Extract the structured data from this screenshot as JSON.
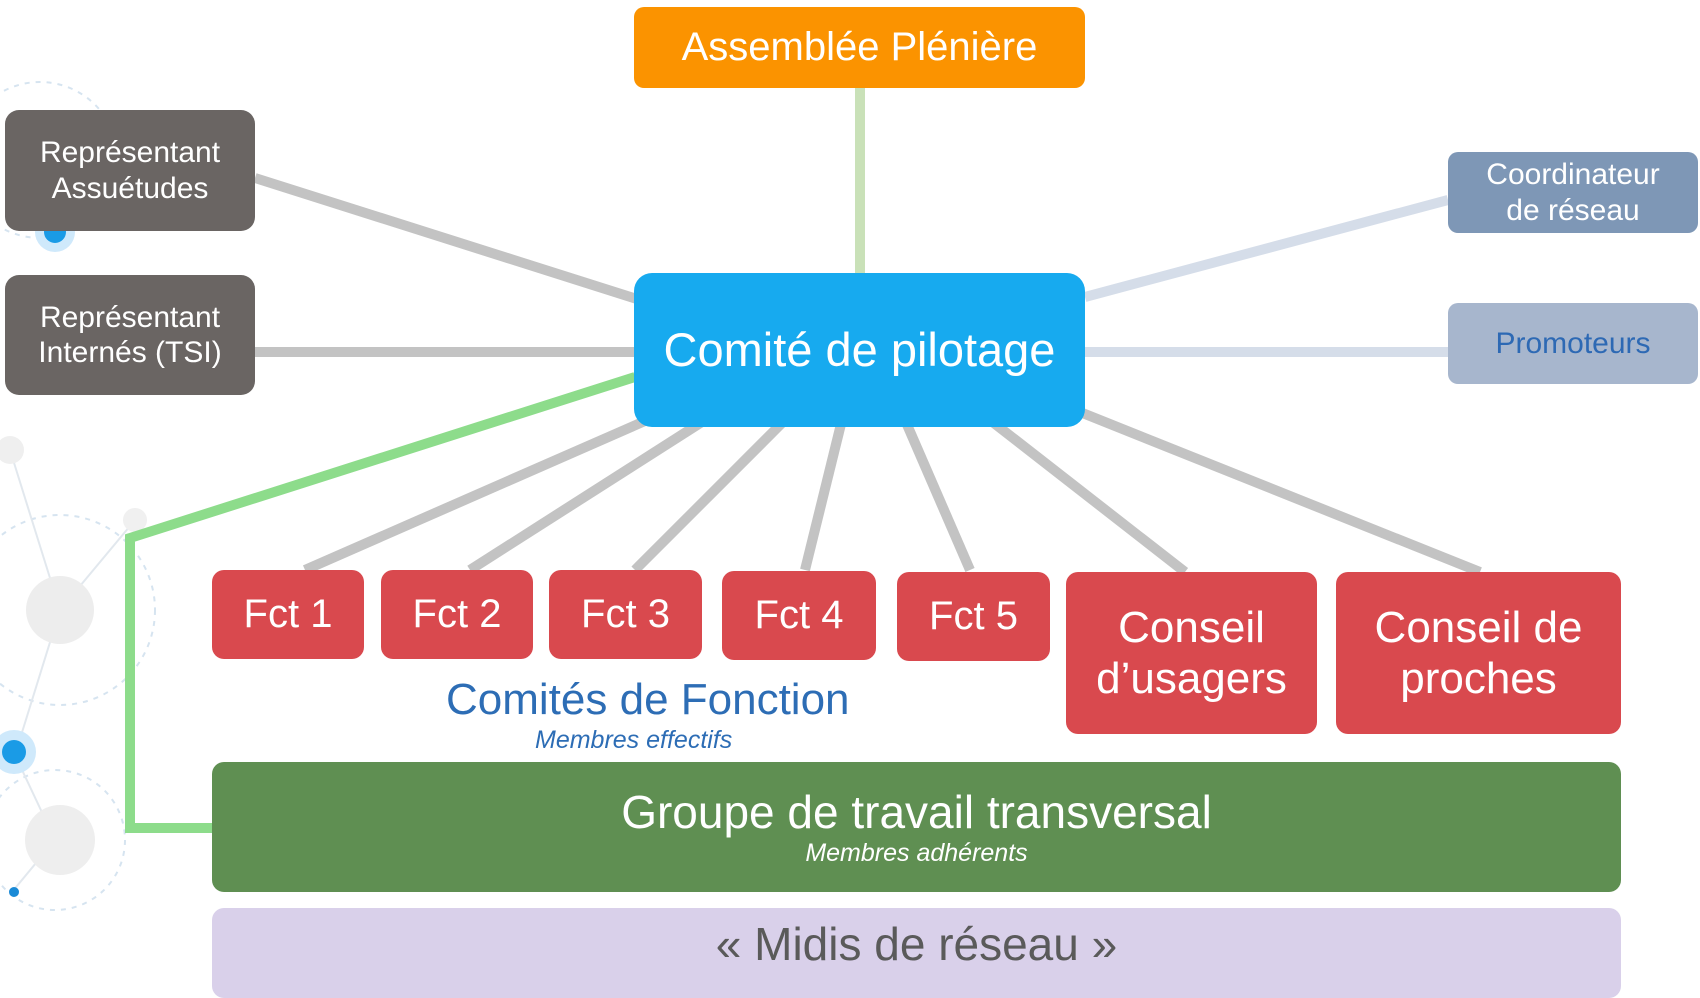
{
  "colors": {
    "assemblee": "#fb9300",
    "comite": "#17aaef",
    "representant": "#6a6563",
    "coordinateur": "#7e97b6",
    "promoteurs": "#a7b6cd",
    "promoteurs_text": "#2d69b4",
    "fonction": "#d9494e",
    "groupe": "#5f8f52",
    "midis": "#d9d0ea",
    "comites_fonction_title": "#2d6db5",
    "line_grey": "#c3c3c3",
    "line_green": "#8ddc8b",
    "line_light_green": "#c9e1b8",
    "line_light_blue": "#d5dde9"
  },
  "nodes": {
    "assemblee": {
      "label": "Assemblée Plénière"
    },
    "comite": {
      "label": "Comité de pilotage"
    },
    "rep_assuetudes": {
      "line1": "Représentant",
      "line2": "Assuétudes"
    },
    "rep_internes": {
      "line1": "Représentant",
      "line2": "Internés (TSI)"
    },
    "coordinateur": {
      "line1": "Coordinateur",
      "line2": "de réseau"
    },
    "promoteurs": {
      "label": "Promoteurs"
    },
    "fonctions": [
      {
        "label": "Fct 1"
      },
      {
        "label": "Fct 2"
      },
      {
        "label": "Fct 3"
      },
      {
        "label": "Fct 4"
      },
      {
        "label": "Fct 5"
      }
    ],
    "conseil_usagers": {
      "line1": "Conseil",
      "line2": "d’usagers"
    },
    "conseil_proches": {
      "line1": "Conseil de",
      "line2": "proches"
    },
    "groupe": {
      "label": "Groupe de travail transversal",
      "subtitle": "Membres adhérents"
    },
    "midis": {
      "label": "« Midis de réseau »"
    }
  },
  "comites_fonction": {
    "title": "Comités de Fonction",
    "subtitle": "Membres effectifs"
  }
}
